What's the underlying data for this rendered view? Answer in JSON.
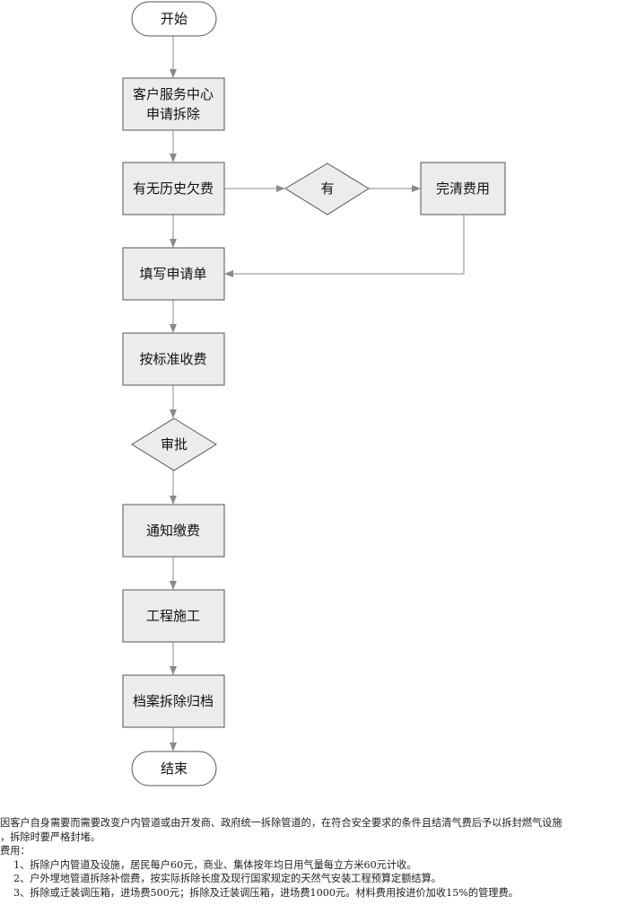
{
  "flowchart": {
    "start": "开始",
    "apply": [
      "客户服务中心",
      "申请拆除"
    ],
    "arrears_check": "有无历史欠费",
    "has_arrears": "有",
    "settle_fees": "完清费用",
    "fill_form": "填写申请单",
    "charge_by_standard": "按标准收费",
    "approval": "审批",
    "notify_payment": "通知缴费",
    "construction": "工程施工",
    "archive": "档案拆除归档",
    "end": "结束"
  },
  "notes": {
    "paragraph_line1": "因客户自身需要而需要改变户内管道或由开发商、政府统一拆除管道的，在符合安全要求的条件且结清气费后予以拆封燃气设施",
    "paragraph_line2": "，拆除时要严格封堵。",
    "fees_label": "费用：",
    "fee_items": [
      "1、拆除户内管道及设施，居民每户60元，商业、集体按年均日用气量每立方米60元计收。",
      "2、户外埋地管道拆除补偿费，按实际拆除长度及现行国家规定的天然气安装工程预算定额结算。",
      "3、拆除或迁装调压箱，进场费500元；拆除及迁装调压箱，进场费1000元。材料费用按进价加收15%的管理费。"
    ]
  },
  "colors": {
    "box_fill": "#ececec",
    "terminal_fill": "#ffffff",
    "stroke": "#555555",
    "arrow": "#888888"
  }
}
